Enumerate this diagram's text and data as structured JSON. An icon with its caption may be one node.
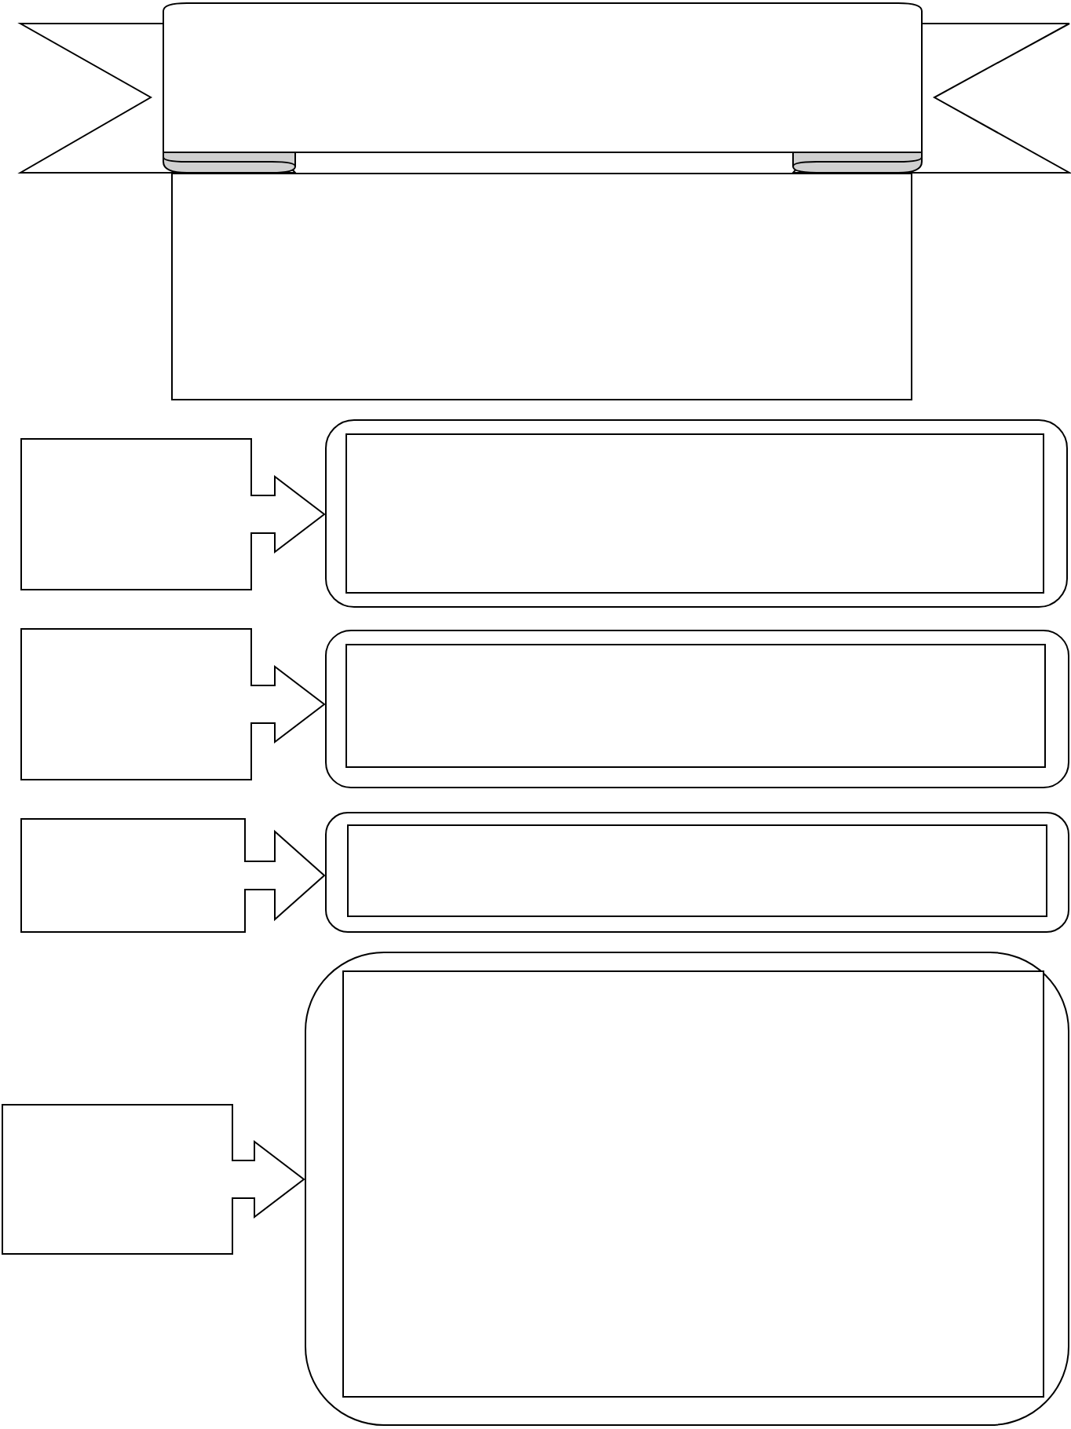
{
  "diagram": {
    "nodes": [
      {
        "text": [],
        "shape": "banner"
      },
      {
        "text": [],
        "shape": "box"
      },
      {
        "text": [],
        "shape": "callout"
      },
      {
        "text": [],
        "shape": "rounded"
      },
      {
        "text": [],
        "shape": "box",
        "in": 3
      },
      {
        "text": [],
        "shape": "callout"
      },
      {
        "text": [],
        "shape": "rounded"
      },
      {
        "text": [],
        "shape": "box",
        "in": 6
      },
      {
        "text": [],
        "shape": "callout"
      },
      {
        "text": [],
        "shape": "rounded"
      },
      {
        "text": [],
        "shape": "box",
        "in": 9
      },
      {
        "text": [],
        "shape": "callout"
      },
      {
        "text": [],
        "shape": "rounded"
      },
      {
        "text": [],
        "shape": "box",
        "in": 12
      }
    ]
  }
}
